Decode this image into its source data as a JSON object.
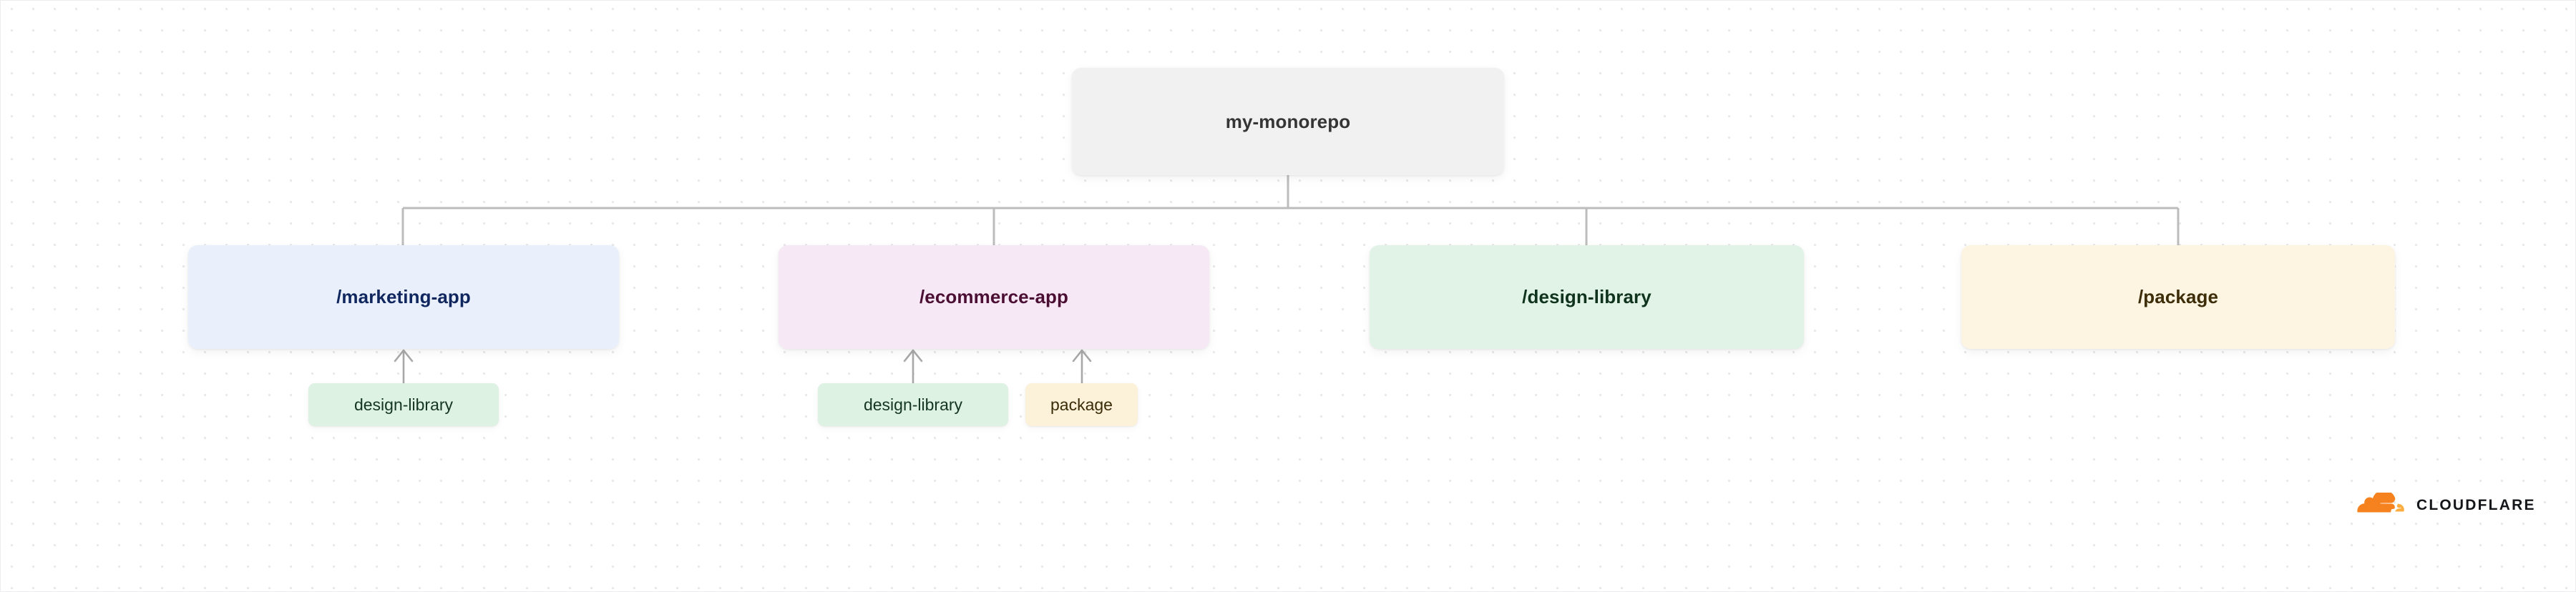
{
  "diagram": {
    "title_node": {
      "label": "my-monorepo",
      "color": "#f1f1f1",
      "text_color": "#353535"
    },
    "packages": [
      {
        "label": "/marketing-app",
        "color": "#e9f0fc",
        "text_color": "#10265e",
        "dependencies": [
          {
            "label": "design-library",
            "color": "#ddf2e3",
            "text_color": "#14351f"
          }
        ]
      },
      {
        "label": "/ecommerce-app",
        "color": "#f7e8f6",
        "text_color": "#4b0f33",
        "dependencies": [
          {
            "label": "design-library",
            "color": "#ddf2e3",
            "text_color": "#14351f"
          },
          {
            "label": "package",
            "color": "#fcf2d9",
            "text_color": "#3a2c08"
          }
        ]
      },
      {
        "label": "/design-library",
        "color": "#e1f3e7",
        "text_color": "#10331d",
        "dependencies": []
      },
      {
        "label": "/package",
        "color": "#fdf5e1",
        "text_color": "#3d2d09",
        "dependencies": []
      }
    ],
    "connector_color": "#bcbcbc",
    "canvas_background": "#ffffff",
    "grid_dot_color": "#e7e8ea"
  },
  "branding": {
    "wordmark": "CLOUDFLARE",
    "logo_orange_dark": "#f6821f",
    "logo_orange_light": "#fbad41",
    "wordmark_color": "#14161a"
  }
}
